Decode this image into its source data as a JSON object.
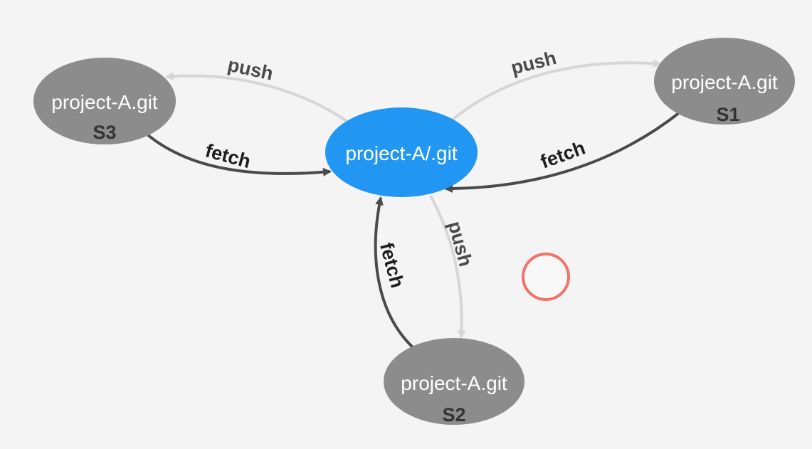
{
  "diagram": {
    "central": {
      "label": "project-A/.git",
      "color": "#2196f3"
    },
    "remotes": [
      {
        "key": "s3",
        "label": "project-A.git",
        "id": "S3"
      },
      {
        "key": "s1",
        "label": "project-A.git",
        "id": "S1"
      },
      {
        "key": "s2",
        "label": "project-A.git",
        "id": "S2"
      }
    ],
    "edges": {
      "push_s3": "push",
      "fetch_s3": "fetch",
      "push_s1": "push",
      "fetch_s1": "fetch",
      "push_s2": "push",
      "fetch_s2": "fetch"
    },
    "colors": {
      "remote_node": "#8c8c8c",
      "push_edge": "#d6d6d6",
      "fetch_edge": "#4a4a4a",
      "cursor_ring": "#f07268"
    }
  }
}
